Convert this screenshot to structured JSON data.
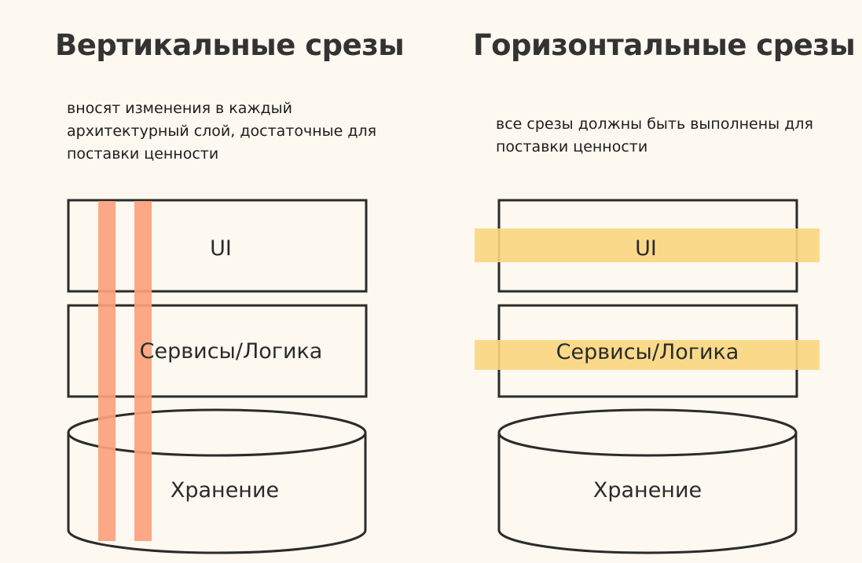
{
  "vertical": {
    "title": "Вертикальные срезы",
    "description": "вносят изменения в каждый архитектурный слой, достаточные для поставки ценности",
    "layers": {
      "ui": "UI",
      "services": "Сервисы/Логика",
      "storage": "Хранение"
    }
  },
  "horizontal": {
    "title": "Горизонтальные срезы",
    "description": "все срезы должны быть выполнены для поставки ценности",
    "layers": {
      "ui": "UI",
      "services": "Сервисы/Логика",
      "storage": "Хранение"
    }
  },
  "colors": {
    "background": "#fdf8f0",
    "vertical_slice": "#fc9f7c",
    "horizontal_slice": "#fad67e",
    "outline": "#2b2b2b"
  }
}
